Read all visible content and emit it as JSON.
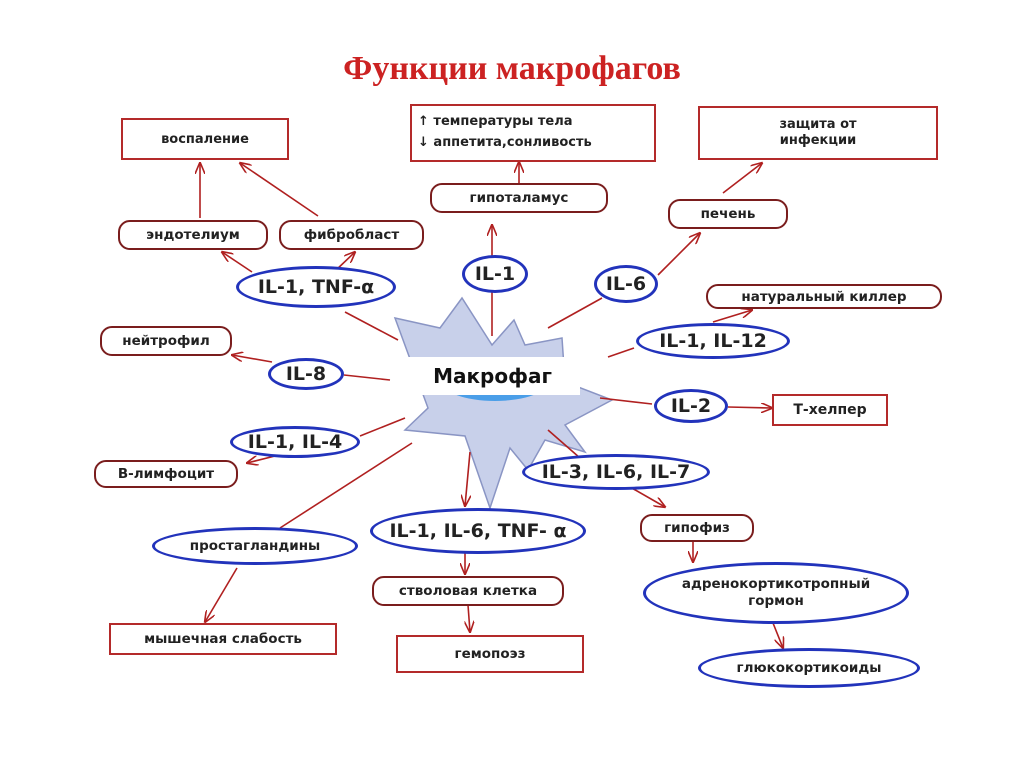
{
  "title": "Функции макрофагов",
  "center": "Макрофаг",
  "nodes": {
    "inflammation": "воспаление",
    "temp_line1": "↑ температуры тела",
    "temp_line2": "↓ аппетита,сонливость",
    "infection_line1": "защита от",
    "infection_line2": "инфекции",
    "hypothalamus": "гипоталамус",
    "liver": "печень",
    "endothelium": "эндотелиум",
    "fibroblast": "фибробласт",
    "il1_tnf": "IL-1, TNF-α",
    "il1": "IL-1",
    "il6": "IL-6",
    "nk_cell": "натуральный киллер",
    "neutrophil": "нейтрофил",
    "il1_il12": "IL-1, IL-12",
    "il8": "IL-8",
    "il2": "IL-2",
    "t_helper": "Т-хелпер",
    "il1_il4": "IL-1, IL-4",
    "b_lymphocyte": "В-лимфоцит",
    "il3_il6_il7": "IL-3, IL-6, IL-7",
    "pituitary": "гипофиз",
    "prostaglandins": "простагландины",
    "il1_il6_tnf": "IL-1, IL-6, TNF- α",
    "stem_cell": "стволовая клетка",
    "acth_line1": "адренокортикотропный",
    "acth_line2": "гормон",
    "muscle_weakness": "мышечная слабость",
    "hemopoiesis": "гемопоэз",
    "glucocorticoids": "глюкокортикоиды"
  },
  "colors": {
    "title": "#cc2222",
    "box_border": "#b42a2a",
    "oval_border": "#2233bb",
    "arrow": "#b02020",
    "cell_fill": "#c8d0ea",
    "cell_outline": "#8a95c4",
    "nucleus": "#4a9ee8"
  }
}
